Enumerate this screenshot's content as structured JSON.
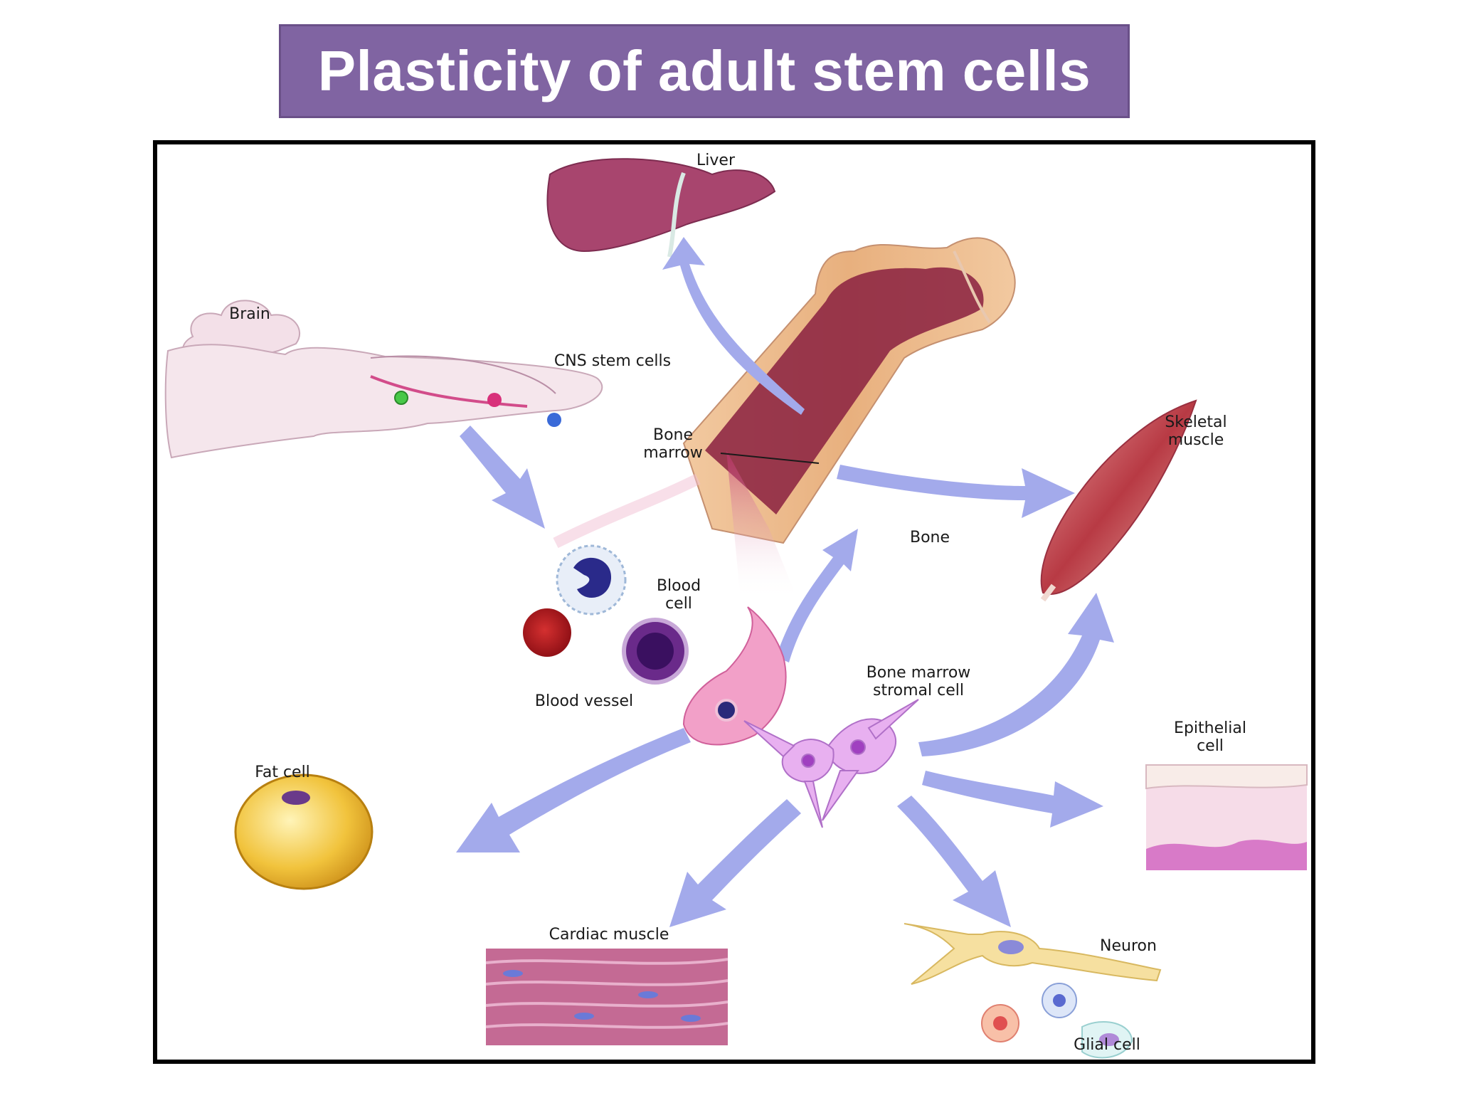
{
  "title": "Plasticity of adult stem cells",
  "colors": {
    "banner": "#8064a2",
    "arrow": "#a3aaeb",
    "tissue": "#a3305a"
  },
  "labels": {
    "liver": "Liver",
    "brain": "Brain",
    "cns_stem_cells": "CNS stem cells",
    "bone_marrow": "Bone\nmarrow",
    "skeletal_muscle": "Skeletal\nmuscle",
    "bone": "Bone",
    "blood_cell": "Blood\ncell",
    "blood_vessel": "Blood vessel",
    "bone_marrow_stromal_cell": "Bone marrow\nstromal cell",
    "epithelial_cell": "Epithelial\ncell",
    "fat_cell": "Fat cell",
    "cardiac_muscle": "Cardiac muscle",
    "neuron": "Neuron",
    "glial_cell": "Glial cell"
  }
}
